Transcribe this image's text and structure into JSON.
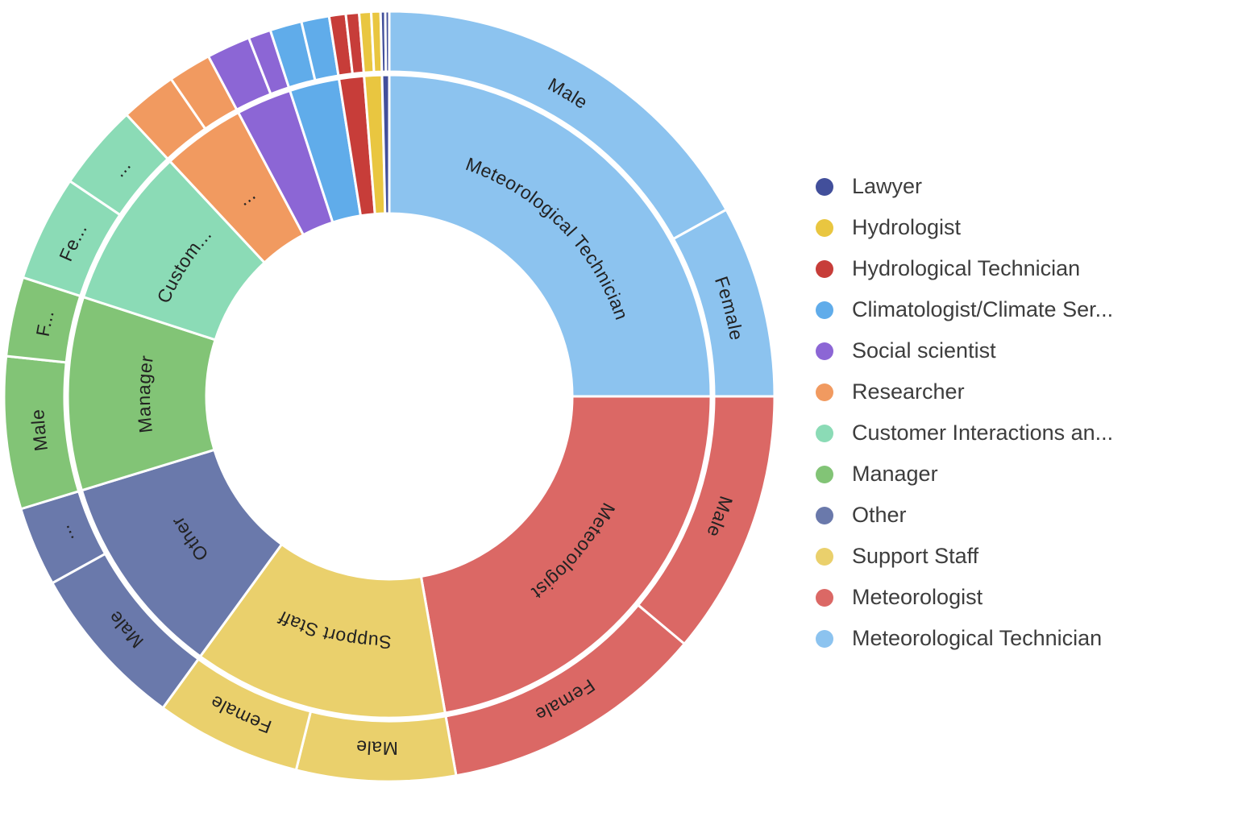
{
  "page": {
    "background": "#FFFFFF"
  },
  "chart_data": {
    "type": "sunburst",
    "title": "",
    "rings": [
      "occupation (inner)",
      "gender (outer)"
    ],
    "legend_position": "right",
    "grid": false,
    "geometry_note": "angles in degrees clockwise from 12 o'clock; values are share of whole circle",
    "categories": [
      {
        "name": "Meteorological Technician",
        "color": "#8CC3EF",
        "value_pct": 25.0,
        "start_angle": 0,
        "end_angle": 90,
        "inner_label": "Meteorological Technician",
        "inner_label_angle": 45,
        "children": [
          {
            "name": "Male",
            "label": "Male",
            "value_pct": 16.9,
            "start_angle": 0,
            "end_angle": 61,
            "label_angle": 30.5
          },
          {
            "name": "Female",
            "label": "Female",
            "value_pct": 8.1,
            "start_angle": 61,
            "end_angle": 90,
            "label_angle": 75.5
          }
        ]
      },
      {
        "name": "Meteorologist",
        "color": "#DB6865",
        "value_pct": 22.2,
        "start_angle": 90,
        "end_angle": 170,
        "inner_label": "Meteorologist",
        "inner_label_angle": 130,
        "children": [
          {
            "name": "Male",
            "label": "Male",
            "value_pct": 11.1,
            "start_angle": 90,
            "end_angle": 130,
            "label_angle": 110
          },
          {
            "name": "Female",
            "label": "Female",
            "value_pct": 11.1,
            "start_angle": 130,
            "end_angle": 170,
            "label_angle": 150
          }
        ]
      },
      {
        "name": "Support Staff",
        "color": "#EAD06C",
        "value_pct": 12.8,
        "start_angle": 170,
        "end_angle": 216,
        "inner_label": "Support Staff",
        "inner_label_angle": 193,
        "children": [
          {
            "name": "Male",
            "label": "Male",
            "value_pct": 6.7,
            "start_angle": 170,
            "end_angle": 194,
            "label_angle": 182
          },
          {
            "name": "Female",
            "label": "Female",
            "value_pct": 6.1,
            "start_angle": 194,
            "end_angle": 216,
            "label_angle": 205
          }
        ]
      },
      {
        "name": "Other",
        "color": "#6A79AB",
        "value_pct": 10.3,
        "start_angle": 216,
        "end_angle": 253,
        "inner_label": "Other",
        "inner_label_angle": 234.5,
        "children": [
          {
            "name": "Male",
            "label": "Male",
            "value_pct": 6.9,
            "start_angle": 216,
            "end_angle": 241,
            "label_angle": 228.5
          },
          {
            "name": "Female",
            "label": "...",
            "value_pct": 3.3,
            "start_angle": 241,
            "end_angle": 253,
            "label_angle": 247
          }
        ]
      },
      {
        "name": "Manager",
        "color": "#82C476",
        "value_pct": 9.7,
        "start_angle": 253,
        "end_angle": 288,
        "inner_label": "Manager",
        "inner_label_angle": 270.5,
        "children": [
          {
            "name": "Male",
            "label": "Male",
            "value_pct": 6.4,
            "start_angle": 253,
            "end_angle": 276,
            "label_angle": 264.5
          },
          {
            "name": "Female",
            "label": "F...",
            "value_pct": 3.3,
            "start_angle": 276,
            "end_angle": 288,
            "label_angle": 282
          }
        ]
      },
      {
        "name": "Customer Interactions an...",
        "color": "#8BDBB6",
        "value_pct": 8.1,
        "start_angle": 288,
        "end_angle": 317,
        "inner_label": "Custom...",
        "inner_label_angle": 302.5,
        "children": [
          {
            "name": "Female",
            "label": "Fe...",
            "value_pct": 4.4,
            "start_angle": 288,
            "end_angle": 304,
            "label_angle": 296
          },
          {
            "name": "Male",
            "label": "...",
            "value_pct": 3.6,
            "start_angle": 304,
            "end_angle": 317,
            "label_angle": 310.5
          }
        ]
      },
      {
        "name": "Researcher",
        "color": "#F19A60",
        "value_pct": 4.2,
        "start_angle": 317,
        "end_angle": 332,
        "inner_label": "...",
        "inner_label_angle": 324.5,
        "children": [
          {
            "name": "group-a",
            "label": "",
            "value_pct": 2.4,
            "start_angle": 317,
            "end_angle": 325.5,
            "label_angle": 321
          },
          {
            "name": "group-b",
            "label": "",
            "value_pct": 1.8,
            "start_angle": 325.5,
            "end_angle": 332,
            "label_angle": 328.7
          }
        ]
      },
      {
        "name": "Social scientist",
        "color": "#8C66D5",
        "value_pct": 2.8,
        "start_angle": 332,
        "end_angle": 342,
        "inner_label": "",
        "inner_label_angle": 337,
        "children": [
          {
            "name": "group-a",
            "label": "",
            "value_pct": 1.8,
            "start_angle": 332,
            "end_angle": 338.6,
            "label_angle": 335
          },
          {
            "name": "group-b",
            "label": "",
            "value_pct": 1.0,
            "start_angle": 338.6,
            "end_angle": 342,
            "label_angle": 340
          }
        ]
      },
      {
        "name": "Climatologist/Climate Ser...",
        "color": "#60ACEA",
        "value_pct": 2.5,
        "start_angle": 342,
        "end_angle": 351,
        "inner_label": "",
        "inner_label_angle": 346.5,
        "children": [
          {
            "name": "group-a",
            "label": "",
            "value_pct": 1.3,
            "start_angle": 342,
            "end_angle": 346.8,
            "label_angle": 344
          },
          {
            "name": "group-b",
            "label": "",
            "value_pct": 1.2,
            "start_angle": 346.8,
            "end_angle": 351,
            "label_angle": 349
          }
        ]
      },
      {
        "name": "Hydrological Technician",
        "color": "#C73D39",
        "value_pct": 1.25,
        "start_angle": 351,
        "end_angle": 355.5,
        "inner_label": "",
        "inner_label_angle": 353,
        "children": [
          {
            "name": "group-a",
            "label": "",
            "value_pct": 0.7,
            "start_angle": 351,
            "end_angle": 353.5,
            "label_angle": 352
          },
          {
            "name": "group-b",
            "label": "",
            "value_pct": 0.55,
            "start_angle": 353.5,
            "end_angle": 355.5,
            "label_angle": 354.5
          }
        ]
      },
      {
        "name": "Hydrologist",
        "color": "#E9C640",
        "value_pct": 0.9,
        "start_angle": 355.5,
        "end_angle": 358.7,
        "inner_label": "",
        "inner_label_angle": 357,
        "children": [
          {
            "name": "group-a",
            "label": "",
            "value_pct": 0.5,
            "start_angle": 355.5,
            "end_angle": 357.3,
            "label_angle": 356.4
          },
          {
            "name": "group-b",
            "label": "",
            "value_pct": 0.4,
            "start_angle": 357.3,
            "end_angle": 358.7,
            "label_angle": 358
          }
        ]
      },
      {
        "name": "Lawyer",
        "color": "#424F9B",
        "value_pct": 0.36,
        "start_angle": 358.7,
        "end_angle": 360,
        "inner_label": "",
        "inner_label_angle": 359.3,
        "children": [
          {
            "name": "group-a",
            "label": "",
            "value_pct": 0.2,
            "start_angle": 358.7,
            "end_angle": 359.4,
            "label_angle": 359
          },
          {
            "name": "group-b",
            "label": "",
            "value_pct": 0.16,
            "start_angle": 359.4,
            "end_angle": 360,
            "label_angle": 359.7
          }
        ]
      }
    ],
    "legend": [
      {
        "label": "Lawyer",
        "color": "#424F9B"
      },
      {
        "label": "Hydrologist",
        "color": "#E9C640"
      },
      {
        "label": "Hydrological Technician",
        "color": "#C73D39"
      },
      {
        "label": "Climatologist/Climate Ser...",
        "color": "#60ACEA"
      },
      {
        "label": "Social scientist",
        "color": "#8C66D5"
      },
      {
        "label": "Researcher",
        "color": "#F19A60"
      },
      {
        "label": "Customer Interactions an...",
        "color": "#8BDBB6"
      },
      {
        "label": "Manager",
        "color": "#82C476"
      },
      {
        "label": "Other",
        "color": "#6A79AB"
      },
      {
        "label": "Support Staff",
        "color": "#EAD06C"
      },
      {
        "label": "Meteorologist",
        "color": "#DB6865"
      },
      {
        "label": "Meteorological Technician",
        "color": "#8CC3EF"
      }
    ]
  }
}
